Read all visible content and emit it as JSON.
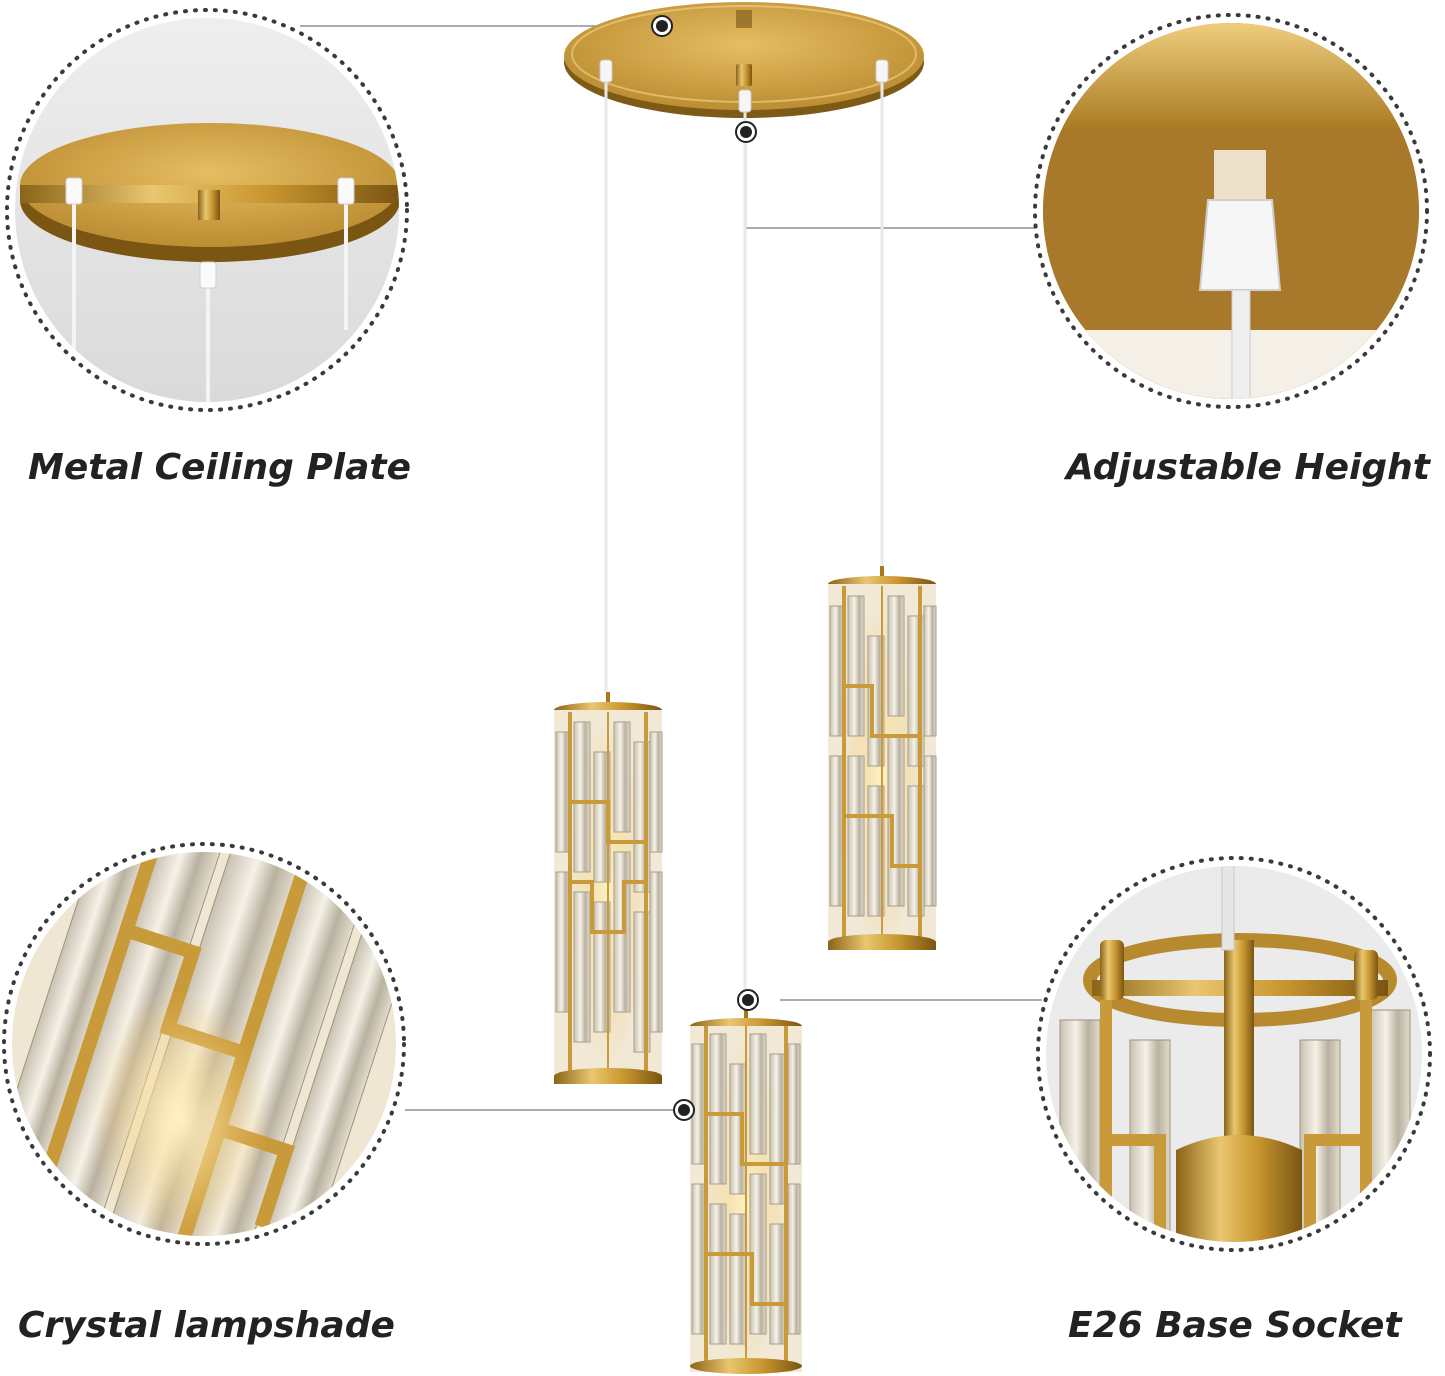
{
  "captions": {
    "top_left": "Metal Ceiling Plate",
    "top_right": "Adjustable Height",
    "bottom_left": "Crystal lampshade",
    "bottom_right": "E26 Base Socket"
  },
  "colors": {
    "gold": "#c89a3a",
    "gold_dark": "#8a6418",
    "gold_light": "#ecc774",
    "crystal": "#dcd6c8",
    "dot_border": "#3a3a3a",
    "text": "#222222"
  }
}
